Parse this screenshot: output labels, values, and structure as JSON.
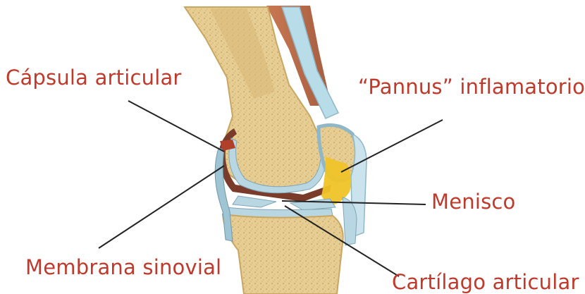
{
  "labels": {
    "capsula": "Cápsula articular",
    "pannus": "“Pannus” inflamatorio",
    "menisco": "Menisco",
    "membrana": "Membrana sinovial",
    "cartilago": "Cartílago articular"
  },
  "colors": {
    "label_text": "#c0392b",
    "bone_fill": "#e3c98f",
    "cartilage": "#b9d7e3",
    "pannus": "#f0c328",
    "synovium": "#7a3b2a",
    "tendon": "#b8dde8"
  }
}
